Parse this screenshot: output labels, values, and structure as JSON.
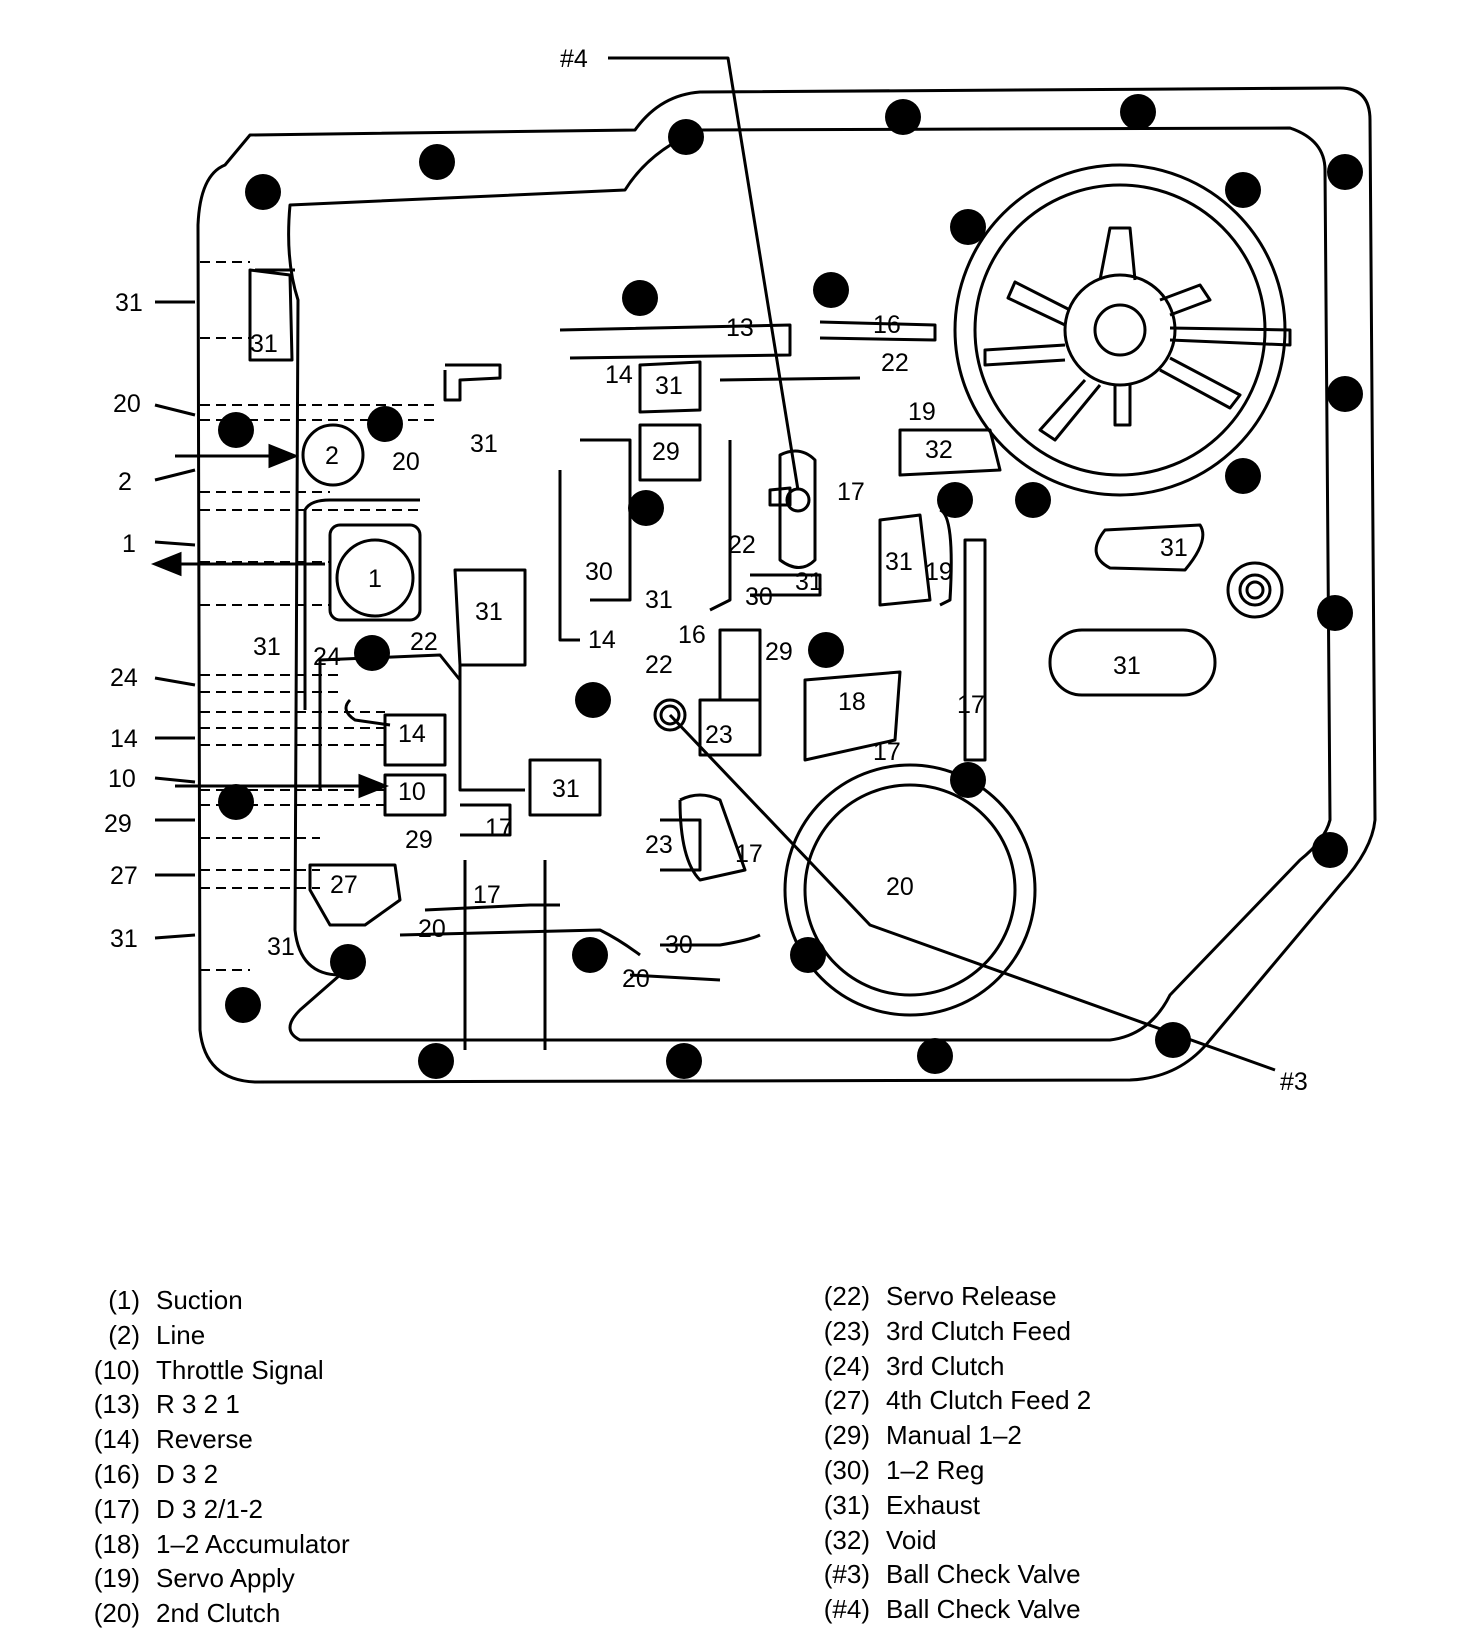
{
  "diagram": {
    "pointers": {
      "ball4": "#4",
      "ball3": "#3"
    },
    "side_labels": [
      "31",
      "20",
      "2",
      "1",
      "24",
      "14",
      "10",
      "29",
      "27",
      "31"
    ],
    "passages": {
      "p31_a": "31",
      "p2": "2",
      "p20_a": "20",
      "p31_b": "31",
      "p1": "1",
      "p31_c": "31",
      "p31_d": "31",
      "p24": "24",
      "p22_a": "22",
      "p14_a": "14",
      "p10": "10",
      "p31_e": "31",
      "p17_a": "17",
      "p29_a": "29",
      "p27": "27",
      "p17_b": "17",
      "p20_b": "20",
      "p31_f": "31",
      "p30_a": "30",
      "p20_c": "20",
      "p13": "13",
      "p16_a": "16",
      "p22_b": "22",
      "p14_b": "14",
      "p31_g": "31",
      "p29_b": "29",
      "p19_a": "19",
      "p32": "32",
      "p30_b": "30",
      "p31_h": "31",
      "p14_c": "14",
      "p16_b": "16",
      "p22_c": "22",
      "p22_d": "22",
      "p30_c": "30",
      "p31_i": "31",
      "p29_c": "29",
      "p17_c": "17",
      "p31_j": "31",
      "p19_b": "19",
      "p18": "18",
      "p23_a": "23",
      "p17_d": "17",
      "p17_e": "17",
      "p23_b": "23",
      "p17_f": "17",
      "p20_d": "20",
      "p31_k": "31",
      "p31_l": "31"
    }
  },
  "legend_left": [
    {
      "code": "(1)",
      "name": "Suction"
    },
    {
      "code": "(2)",
      "name": "Line"
    },
    {
      "code": "(10)",
      "name": "Throttle Signal"
    },
    {
      "code": "(13)",
      "name": "R 3 2 1"
    },
    {
      "code": "(14)",
      "name": "Reverse"
    },
    {
      "code": "(16)",
      "name": "D 3 2"
    },
    {
      "code": "(17)",
      "name": "D 3 2/1-2"
    },
    {
      "code": "(18)",
      "name": "1–2 Accumulator"
    },
    {
      "code": "(19)",
      "name": "Servo Apply"
    },
    {
      "code": "(20)",
      "name": "2nd Clutch"
    }
  ],
  "legend_right": [
    {
      "code": "(22)",
      "name": "Servo Release"
    },
    {
      "code": "(23)",
      "name": "3rd Clutch Feed"
    },
    {
      "code": "(24)",
      "name": "3rd Clutch"
    },
    {
      "code": "(27)",
      "name": "4th Clutch Feed 2"
    },
    {
      "code": "(29)",
      "name": "Manual 1–2"
    },
    {
      "code": "(30)",
      "name": "1–2 Reg"
    },
    {
      "code": "(31)",
      "name": "Exhaust"
    },
    {
      "code": "(32)",
      "name": "Void"
    },
    {
      "code": "(#3)",
      "name": "Ball Check Valve"
    },
    {
      "code": "(#4)",
      "name": "Ball Check Valve"
    }
  ]
}
